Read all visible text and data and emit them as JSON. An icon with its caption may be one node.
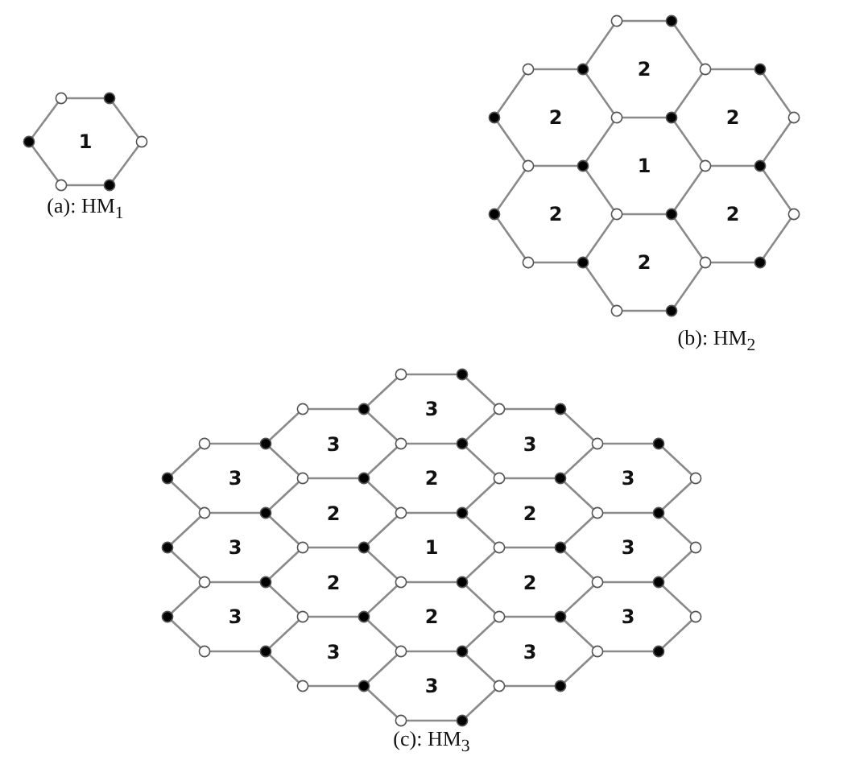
{
  "diagram": {
    "labels": [
      "1",
      "(a): HM$_{1}$",
      "2",
      "2",
      "2",
      "1",
      "2",
      "2",
      "2",
      "(b): HM$_{2}$",
      "3",
      "3",
      "3",
      "3",
      "2",
      "3",
      "2",
      "2",
      "3",
      "1",
      "3",
      "2",
      "2",
      "3",
      "2",
      "3",
      "3",
      "3",
      "3",
      "(c): HM$_{3}$"
    ]
  }
}
